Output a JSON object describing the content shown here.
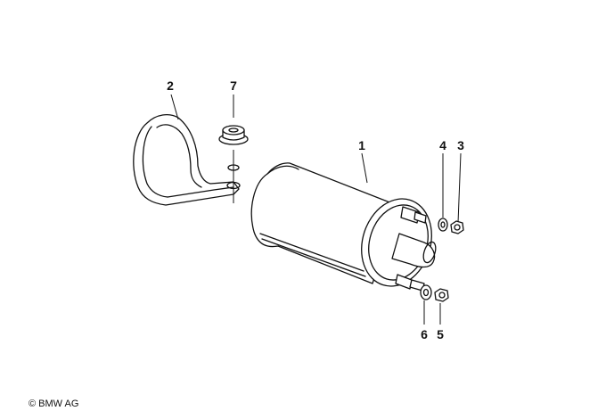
{
  "diagram": {
    "callouts": [
      {
        "id": "1",
        "label": "1"
      },
      {
        "id": "2",
        "label": "2"
      },
      {
        "id": "3",
        "label": "3"
      },
      {
        "id": "4",
        "label": "4"
      },
      {
        "id": "5",
        "label": "5"
      },
      {
        "id": "6",
        "label": "6"
      },
      {
        "id": "7",
        "label": "7"
      }
    ],
    "copyright": "© BMW AG"
  }
}
